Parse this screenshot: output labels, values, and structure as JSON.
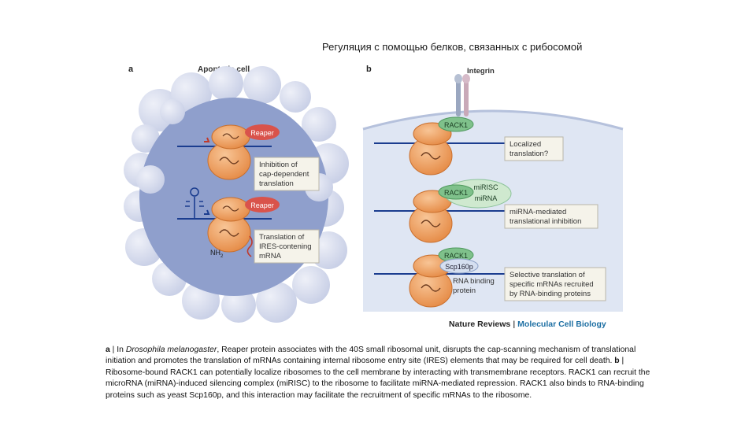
{
  "slide_title": "Регуляция с помощью белков, связанных с рибосомой",
  "figure": {
    "panel_a": {
      "letter": "a",
      "title": "Apoptotic cell",
      "reaper_1": "Reaper",
      "reaper_2": "Reaper",
      "box1": [
        "Inhibition of",
        "cap-dependent",
        "translation"
      ],
      "box2": [
        "Translation of",
        "IRES-contening",
        "mRNA"
      ],
      "nh2": "NH",
      "nh2_sub": "2"
    },
    "panel_b": {
      "letter": "b",
      "integrin": "Integrin",
      "rack1_1": "RACK1",
      "rack1_2": "RACK1",
      "rack1_3": "RACK1",
      "mirisc": "miRISC",
      "mirna": "miRNA",
      "scp160p": "Scp160p",
      "box1": [
        "Localized",
        "translation?"
      ],
      "box2": [
        "miRNA-mediated",
        "translational inhibition"
      ],
      "box3": [
        "Selective translation of",
        "specific mRNAs recruited",
        "by RNA-binding proteins"
      ],
      "rbp": [
        "RNA binding",
        "protein"
      ]
    }
  },
  "credit": {
    "publisher": "Nature Reviews",
    "separator": "|",
    "journal": "Molecular Cell Biology"
  },
  "caption": {
    "a_label": "a",
    "a_sep": " | In ",
    "species": "Drosophila melanogaster",
    "a_text": ", Reaper protein associates with the 40S small ribosomal unit, disrupts the cap-scanning mechanism of translational initiation and promotes the translation of mRNAs containing internal ribosome entry site (IRES) elements that may be required for cell death. ",
    "b_label": "b",
    "b_text": " | Ribosome-bound RACK1 can potentially localize ribosomes to the cell membrane by interacting with transmembrane receptors. RACK1 can recruit the microRNA (miRNA)-induced silencing complex (miRISC) to the ribosome to facilitate miRNA-mediated repression. RACK1 also binds to RNA-binding proteins such as yeast Scp160p, and this interaction may facilitate the recruitment of specific mRNAs to the ribosome."
  },
  "colors": {
    "cell_blue": "#8f9fcc",
    "bubble": "#d7dcef",
    "membrane_bg": "#dfe6f3",
    "mrna_line": "#1b3d8f",
    "ribosome": "#f0a467",
    "reaper_red": "#d9534b",
    "rack1_green": "#7fc18b",
    "label_box": "#f5f3ea",
    "journal_blue": "#1d6fa3"
  }
}
